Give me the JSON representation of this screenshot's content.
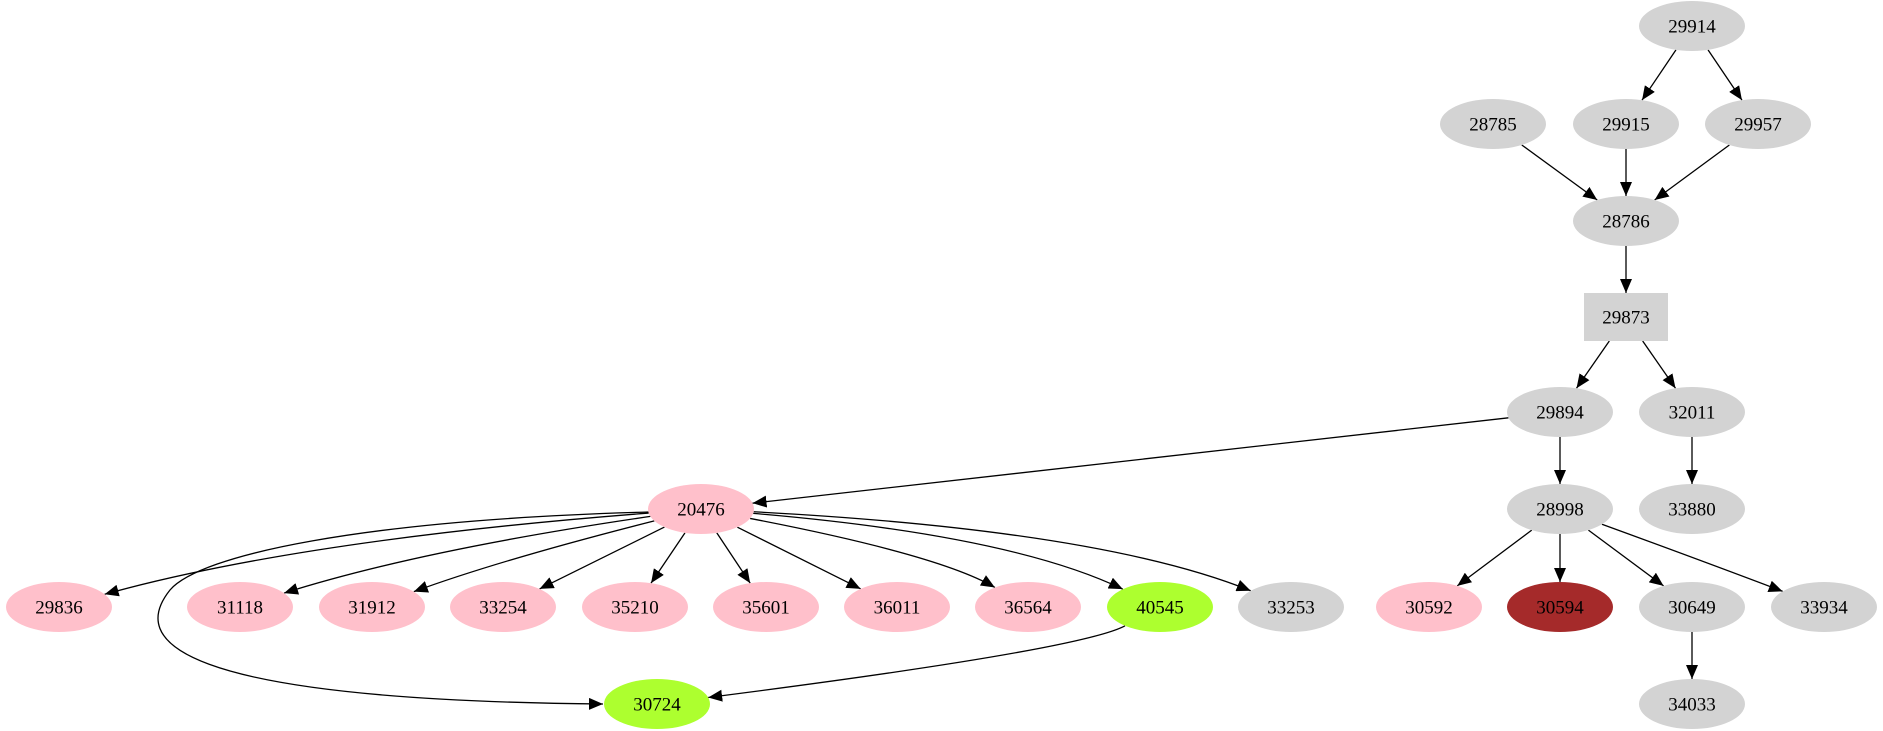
{
  "colors": {
    "gray": "#d3d3d3",
    "pink": "#ffc0cb",
    "green": "#adff2f",
    "brown": "#a52a2a",
    "edge": "#000000"
  },
  "nodes": [
    {
      "id": "29914",
      "label": "29914",
      "color": "gray",
      "shape": "ellipse"
    },
    {
      "id": "28785",
      "label": "28785",
      "color": "gray",
      "shape": "ellipse"
    },
    {
      "id": "29915",
      "label": "29915",
      "color": "gray",
      "shape": "ellipse"
    },
    {
      "id": "29957",
      "label": "29957",
      "color": "gray",
      "shape": "ellipse"
    },
    {
      "id": "28786",
      "label": "28786",
      "color": "gray",
      "shape": "ellipse"
    },
    {
      "id": "29873",
      "label": "29873",
      "color": "gray",
      "shape": "box"
    },
    {
      "id": "29894",
      "label": "29894",
      "color": "gray",
      "shape": "ellipse"
    },
    {
      "id": "32011",
      "label": "32011",
      "color": "gray",
      "shape": "ellipse"
    },
    {
      "id": "20476",
      "label": "20476",
      "color": "pink",
      "shape": "ellipse"
    },
    {
      "id": "28998",
      "label": "28998",
      "color": "gray",
      "shape": "ellipse"
    },
    {
      "id": "33880",
      "label": "33880",
      "color": "gray",
      "shape": "ellipse"
    },
    {
      "id": "29836",
      "label": "29836",
      "color": "pink",
      "shape": "ellipse"
    },
    {
      "id": "31118",
      "label": "31118",
      "color": "pink",
      "shape": "ellipse"
    },
    {
      "id": "31912",
      "label": "31912",
      "color": "pink",
      "shape": "ellipse"
    },
    {
      "id": "33254",
      "label": "33254",
      "color": "pink",
      "shape": "ellipse"
    },
    {
      "id": "35210",
      "label": "35210",
      "color": "pink",
      "shape": "ellipse"
    },
    {
      "id": "35601",
      "label": "35601",
      "color": "pink",
      "shape": "ellipse"
    },
    {
      "id": "36011",
      "label": "36011",
      "color": "pink",
      "shape": "ellipse"
    },
    {
      "id": "36564",
      "label": "36564",
      "color": "pink",
      "shape": "ellipse"
    },
    {
      "id": "40545",
      "label": "40545",
      "color": "green",
      "shape": "ellipse"
    },
    {
      "id": "33253",
      "label": "33253",
      "color": "gray",
      "shape": "ellipse"
    },
    {
      "id": "30592",
      "label": "30592",
      "color": "pink",
      "shape": "ellipse"
    },
    {
      "id": "30594",
      "label": "30594",
      "color": "brown",
      "shape": "ellipse"
    },
    {
      "id": "30649",
      "label": "30649",
      "color": "gray",
      "shape": "ellipse"
    },
    {
      "id": "33934",
      "label": "33934",
      "color": "gray",
      "shape": "ellipse"
    },
    {
      "id": "30724",
      "label": "30724",
      "color": "green",
      "shape": "ellipse"
    },
    {
      "id": "34033",
      "label": "34033",
      "color": "gray",
      "shape": "ellipse"
    }
  ],
  "edges": [
    [
      "29914",
      "29915"
    ],
    [
      "29914",
      "29957"
    ],
    [
      "28785",
      "28786"
    ],
    [
      "29915",
      "28786"
    ],
    [
      "29957",
      "28786"
    ],
    [
      "28786",
      "29873"
    ],
    [
      "29873",
      "29894"
    ],
    [
      "29873",
      "32011"
    ],
    [
      "29894",
      "20476"
    ],
    [
      "29894",
      "28998"
    ],
    [
      "32011",
      "33880"
    ],
    [
      "20476",
      "29836"
    ],
    [
      "20476",
      "30724"
    ],
    [
      "20476",
      "31118"
    ],
    [
      "20476",
      "31912"
    ],
    [
      "20476",
      "33254"
    ],
    [
      "20476",
      "35210"
    ],
    [
      "20476",
      "35601"
    ],
    [
      "20476",
      "36011"
    ],
    [
      "20476",
      "36564"
    ],
    [
      "20476",
      "40545"
    ],
    [
      "20476",
      "33253"
    ],
    [
      "40545",
      "30724"
    ],
    [
      "28998",
      "30592"
    ],
    [
      "28998",
      "30594"
    ],
    [
      "28998",
      "30649"
    ],
    [
      "28998",
      "33934"
    ],
    [
      "30649",
      "34033"
    ]
  ]
}
